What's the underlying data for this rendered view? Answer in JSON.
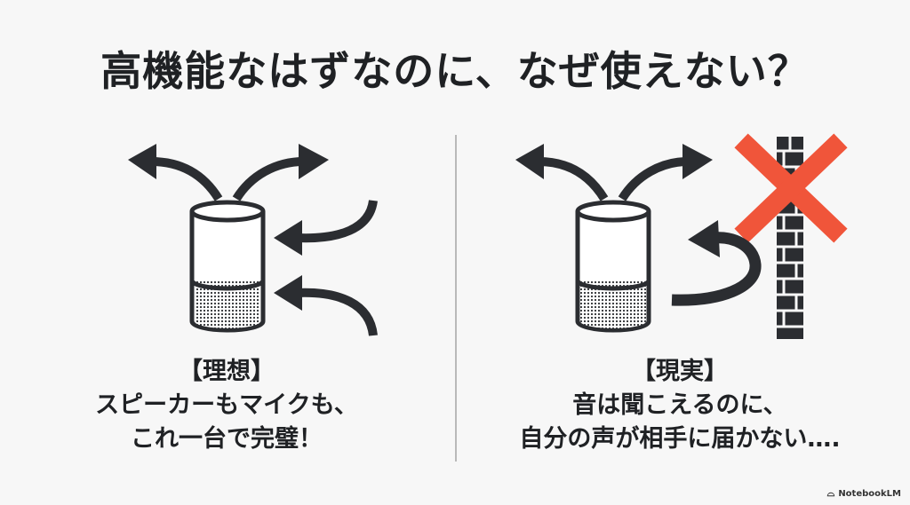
{
  "title": "高機能なはずなのに、なぜ使えない？",
  "ideal": {
    "heading": "【理想】",
    "line1": "スピーカーもマイクも、",
    "line2": "これ一台で完璧！"
  },
  "reality": {
    "heading": "【現実】",
    "line1": "音は聞こえるのに、",
    "line2": "自分の声が相手に届かない…."
  },
  "branding": {
    "logo_text": "NotebookLM",
    "logo_icon": "notebooklm-logo-icon"
  },
  "colors": {
    "ink": "#2b2d31",
    "cross": "#f0553a",
    "background": "#f7f7f7"
  }
}
